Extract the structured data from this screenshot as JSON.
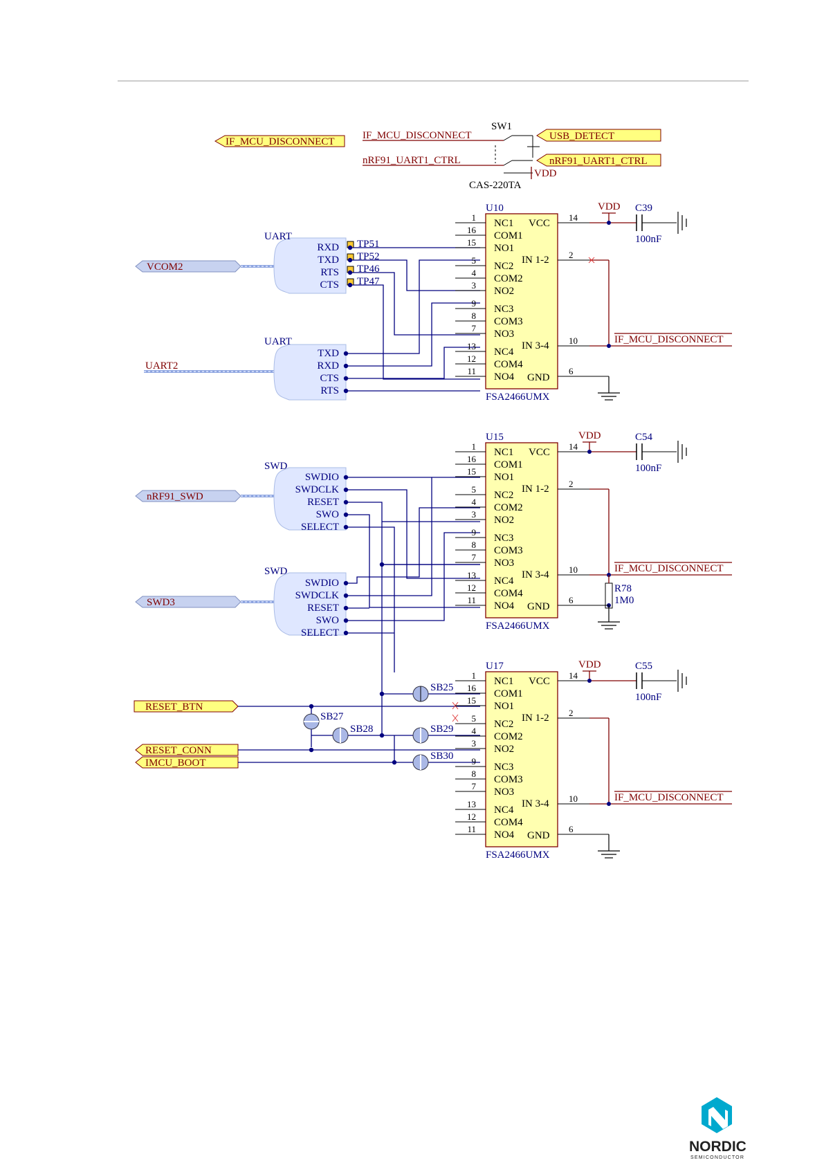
{
  "sw1": {
    "ref": "SW1",
    "part": "CAS-220TA",
    "nets": {
      "if_mcu_disconnect": "IF_MCU_DISCONNECT",
      "usb_detect": "USB_DETECT",
      "uart1_ctrl": "nRF91_UART1_CTRL",
      "vdd": "VDD"
    }
  },
  "ports": {
    "if_mcu_disconnect": "IF_MCU_DISCONNECT",
    "vcom2": "VCOM2",
    "uart2": "UART2",
    "nrf91_swd": "nRF91_SWD",
    "swd3": "SWD3",
    "reset_btn": "RESET_BTN",
    "reset_conn": "RESET_CONN",
    "imcu_boot": "IMCU_BOOT"
  },
  "harness": {
    "uart1": {
      "title": "UART",
      "pins": [
        "RXD",
        "TXD",
        "RTS",
        "CTS"
      ]
    },
    "uart2": {
      "title": "UART",
      "pins": [
        "TXD",
        "RXD",
        "CTS",
        "RTS"
      ]
    },
    "swd1": {
      "title": "SWD",
      "pins": [
        "SWDIO",
        "SWDCLK",
        "RESET",
        "SWO",
        "SELECT"
      ]
    },
    "swd2": {
      "title": "SWD",
      "pins": [
        "SWDIO",
        "SWDCLK",
        "RESET",
        "SWO",
        "SELECT"
      ]
    }
  },
  "testpoints": [
    "TP51",
    "TP52",
    "TP46",
    "TP47"
  ],
  "chip": {
    "part": "FSA2466UMX",
    "left_pins": [
      {
        "num": "1",
        "name": "NC1"
      },
      {
        "num": "16",
        "name": "COM1"
      },
      {
        "num": "15",
        "name": "NO1"
      },
      {
        "num": "5",
        "name": "NC2"
      },
      {
        "num": "4",
        "name": "COM2"
      },
      {
        "num": "3",
        "name": "NO2"
      },
      {
        "num": "9",
        "name": "NC3"
      },
      {
        "num": "8",
        "name": "COM3"
      },
      {
        "num": "7",
        "name": "NO3"
      },
      {
        "num": "13",
        "name": "NC4"
      },
      {
        "num": "12",
        "name": "COM4"
      },
      {
        "num": "11",
        "name": "NO4"
      }
    ],
    "right_pins": [
      {
        "num": "14",
        "name": "VCC"
      },
      {
        "num": "2",
        "name": "IN 1-2"
      },
      {
        "num": "10",
        "name": "IN 3-4"
      },
      {
        "num": "6",
        "name": "GND"
      }
    ]
  },
  "blocks": [
    {
      "ref": "U10",
      "cap_ref": "C39",
      "cap_val": "100nF",
      "vdd": "VDD",
      "net": "IF_MCU_DISCONNECT"
    },
    {
      "ref": "U15",
      "cap_ref": "C54",
      "cap_val": "100nF",
      "vdd": "VDD",
      "net": "IF_MCU_DISCONNECT",
      "res_ref": "R78",
      "res_val": "1M0"
    },
    {
      "ref": "U17",
      "cap_ref": "C55",
      "cap_val": "100nF",
      "vdd": "VDD",
      "net": "IF_MCU_DISCONNECT"
    }
  ],
  "solder_bridges": [
    "SB25",
    "SB27",
    "SB28",
    "SB29",
    "SB30"
  ],
  "logo": {
    "brand": "NORDIC",
    "sub": "SEMICONDUCTOR"
  }
}
